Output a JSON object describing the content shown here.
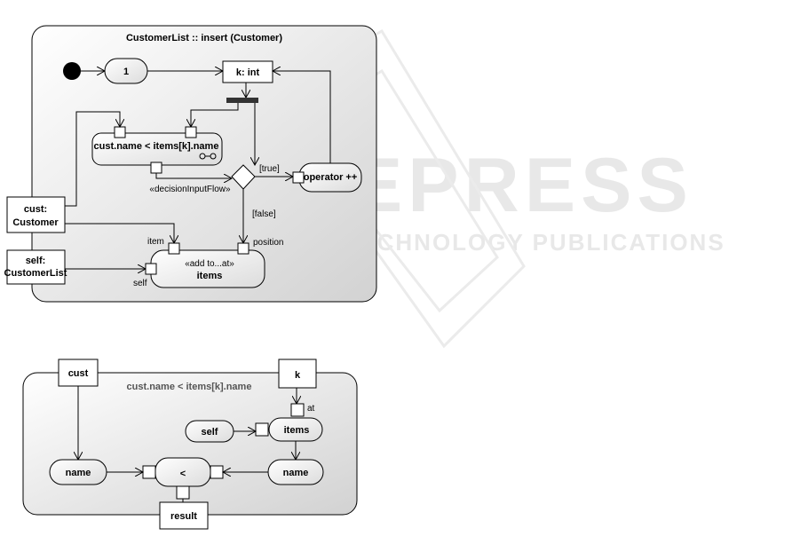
{
  "watermark": {
    "main": "SCITEPRESS",
    "sub": "SCIENCE AND TECHNOLOGY PUBLICATIONS"
  },
  "activity1": {
    "title": "CustomerList :: insert (Customer)",
    "value_action": "1",
    "var_k": "k: int",
    "compare_action": "cust.name < items[k].name",
    "operator_action": "operator ++",
    "decision_note": "«decisionInputFlow»",
    "guard_true": "[true]",
    "guard_false": "[false]",
    "param_cust_line1": "cust:",
    "param_cust_line2": "Customer",
    "param_self_line1": "self:",
    "param_self_line2": "CustomerList",
    "add_action_line1": "«add to...at»",
    "add_action_line2": "items",
    "pin_item": "item",
    "pin_self": "self",
    "pin_position": "position"
  },
  "activity2": {
    "title": "cust.name < items[k].name",
    "param_cust": "cust",
    "param_k": "k",
    "pin_at": "at",
    "self_action": "self",
    "items_action": "items",
    "name_left": "name",
    "name_right": "name",
    "less_action": "<",
    "result": "result"
  }
}
